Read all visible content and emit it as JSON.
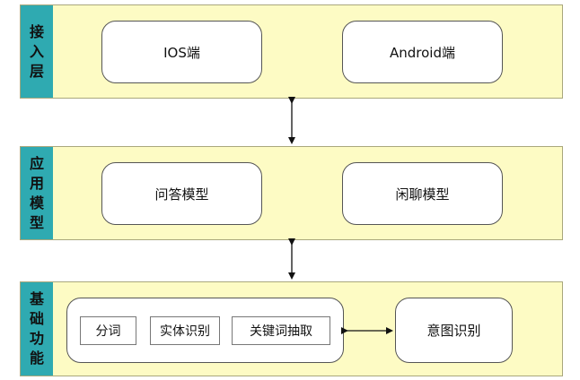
{
  "layers": [
    {
      "label": [
        "接",
        "入",
        "层"
      ],
      "boxes": [
        "IOS端",
        "Android端"
      ]
    },
    {
      "label": [
        "应",
        "用",
        "模",
        "型"
      ],
      "boxes": [
        "问答模型",
        "闲聊模型"
      ]
    },
    {
      "label": [
        "基",
        "础",
        "功",
        "能"
      ],
      "subitems": [
        "分词",
        "实体识别",
        "关键词抽取"
      ],
      "side_box": "意图识别"
    }
  ]
}
